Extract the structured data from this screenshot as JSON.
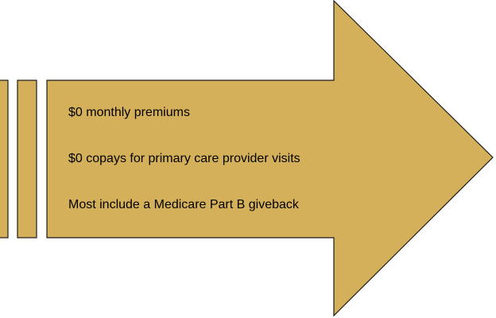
{
  "colors": {
    "arrow_fill": "#d5b05a",
    "outline": "#1a1a1a",
    "text": "#000000",
    "background": "#ffffff"
  },
  "arrow": {
    "bullets": [
      "$0 monthly premiums",
      "$0 copays for primary care provider visits",
      "Most include a Medicare Part B giveback"
    ]
  }
}
